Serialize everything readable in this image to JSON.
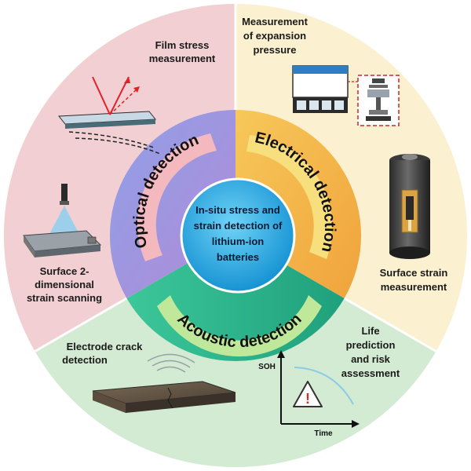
{
  "center": {
    "lines": [
      "In-situ stress and",
      "strain detection of",
      "lithium-ion",
      "batteries"
    ]
  },
  "methods": {
    "optical": "Optical detection",
    "electrical": "Electrical detection",
    "acoustic": "Acoustic detection"
  },
  "applications": {
    "film_stress": [
      "Film stress",
      "measurement"
    ],
    "expansion_pressure": [
      "Measurement",
      "of expansion",
      "pressure"
    ],
    "surface_strain": [
      "Surface strain",
      "measurement"
    ],
    "surface_2d": [
      "Surface 2-",
      "dimensional",
      "strain scanning"
    ],
    "electrode_crack": [
      "Electrode crack",
      "detection"
    ],
    "life_prediction": [
      "Life",
      "prediction",
      "and risk",
      "assessment"
    ]
  },
  "plot": {
    "ylabel": "SOH",
    "xlabel": "Time",
    "warning_symbol": "!"
  },
  "colors": {
    "optical_sector": "#f2cfd2",
    "electrical_sector": "#fbf0cf",
    "acoustic_sector": "#d3ead3",
    "optical_band": "#f4b8bf",
    "electrical_band": "#f8df7e",
    "acoustic_band": "#bfe89a",
    "core": "#2aaee6"
  }
}
